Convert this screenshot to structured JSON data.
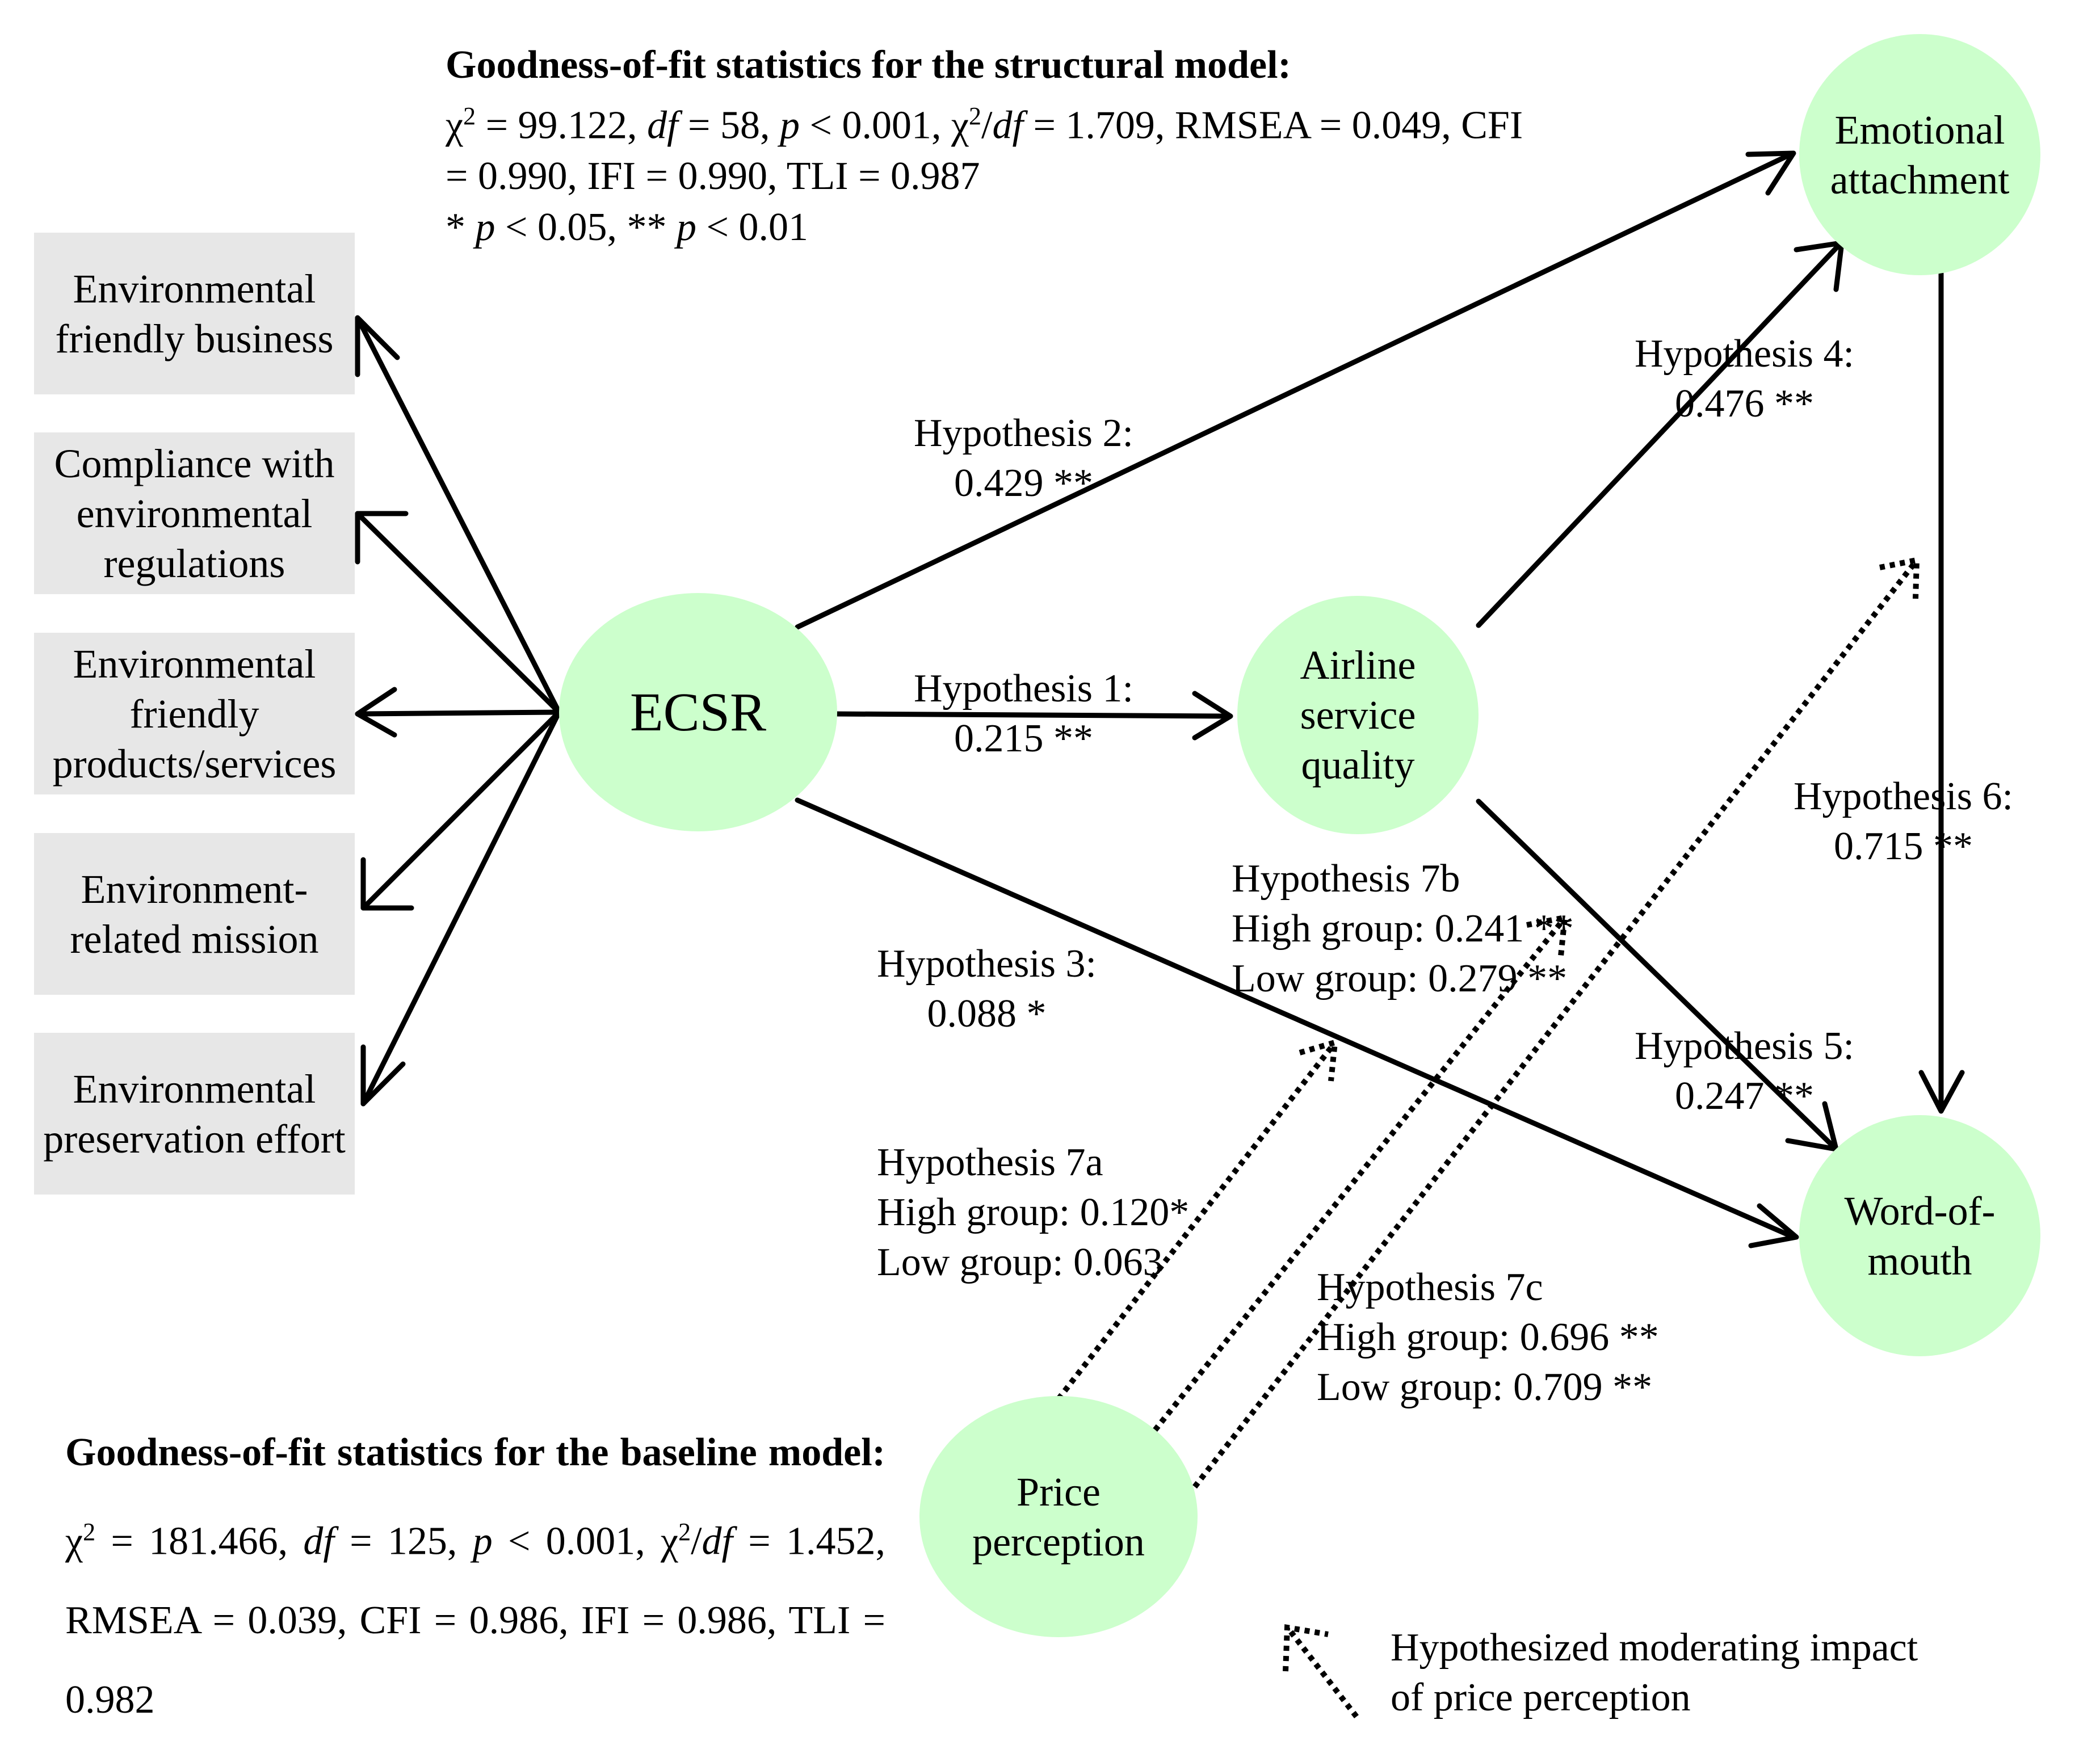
{
  "structural_stats": {
    "title": "Goodness-of-fit statistics for the structural model:",
    "chi": "χ",
    "sq": "2",
    "l1_b": " = 99.122, ",
    "df": "df",
    "l1_d": " = 58, ",
    "p": "p",
    "l1_f": " < 0.001, χ",
    "l1_h": "/",
    "l1_j": " = 1.709, RMSEA = 0.049, CFI",
    "line2": "= 0.990, IFI = 0.990, TLI = 0.987",
    "l3_a": "* ",
    "l3_c": " < 0.05, ** ",
    "l3_e": " < 0.01"
  },
  "indicators": [
    "Environmental friendly business",
    "Compliance with environmental regulations",
    "Environmental friendly products/services",
    "Environment-related mission",
    "Environmental preservation effort"
  ],
  "nodes": {
    "ecsr": "ECSR",
    "airline": "Airline service quality",
    "emotional": "Emotional attachment",
    "wom": "Word-of-mouth",
    "price": "Price perception"
  },
  "hypotheses": {
    "h1": [
      "Hypothesis 1:",
      "0.215 **"
    ],
    "h2": [
      "Hypothesis 2:",
      "0.429 **"
    ],
    "h3": [
      "Hypothesis 3:",
      "0.088 *"
    ],
    "h4": [
      "Hypothesis 4:",
      "0.476 **"
    ],
    "h5": [
      "Hypothesis 5:",
      "0.247 **"
    ],
    "h6": [
      "Hypothesis 6:",
      "0.715 **"
    ],
    "h7a": [
      "Hypothesis 7a",
      "High group: 0.120*",
      "Low group: 0.063"
    ],
    "h7b": [
      "Hypothesis 7b",
      "High group: 0.241 **",
      "Low group: 0.279 **"
    ],
    "h7c": [
      "Hypothesis 7c",
      "High group: 0.696 **",
      "Low group: 0.709 **"
    ]
  },
  "baseline_stats": {
    "bold": "Goodness-of-fit statistics for the baseline model:",
    "t1": " χ",
    "t2": " = 181.466, ",
    "t3": "df",
    "t4": " = 125, ",
    "t5": "p",
    "t6": " < 0.001, χ",
    "t7": "/",
    "t8": "df",
    "t9": " = 1.452, RMSEA = 0.039, CFI = 0.986, IFI = 0.986, TLI = 0.982"
  },
  "legend": {
    "text1": "Hypothesized moderating impact",
    "text2": "of price perception"
  },
  "colors": {
    "node_fill": "#ccffcc",
    "indicator_fill": "#e7e7e7",
    "line": "#000000"
  }
}
